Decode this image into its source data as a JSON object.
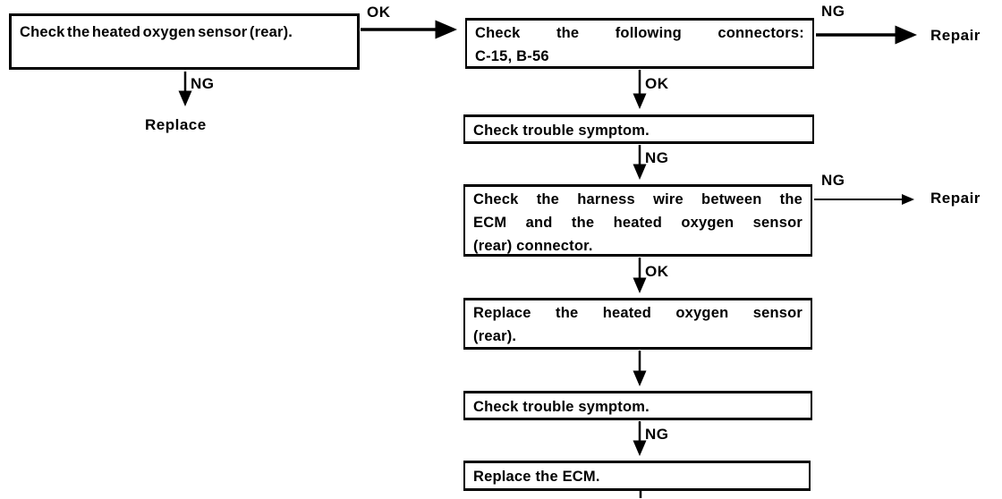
{
  "flowchart": {
    "title": "Heated oxygen sensor (rear) troubleshooting flowchart",
    "colors": {
      "line": "#000000",
      "background": "#ffffff",
      "text": "#000000"
    },
    "nodes": {
      "check_sensor": {
        "lines": [
          "Check the heated oxygen sensor (rear)."
        ]
      },
      "check_connectors": {
        "lines": [
          "Check the following connectors:",
          "C-15, B-56"
        ]
      },
      "check_symptom_1": {
        "lines": [
          "Check trouble symptom."
        ]
      },
      "check_harness": {
        "lines": [
          "Check the harness wire between the",
          "ECM and the heated oxygen sensor",
          "(rear) connector."
        ]
      },
      "replace_sensor": {
        "lines": [
          "Replace the heated oxygen sensor",
          "(rear)."
        ]
      },
      "check_symptom_2": {
        "lines": [
          "Check trouble symptom."
        ]
      },
      "replace_ecm": {
        "lines": [
          "Replace the ECM."
        ]
      }
    },
    "edge_labels": {
      "ok_1": "OK",
      "ng_1": "NG",
      "ng_2": "NG",
      "ok_2": "OK",
      "ng_3": "NG",
      "ng_4": "NG",
      "ok_3": "OK",
      "ng_5": "NG"
    },
    "terminals": {
      "replace": "Replace",
      "repair_1": "Repair",
      "repair_2": "Repair"
    }
  }
}
